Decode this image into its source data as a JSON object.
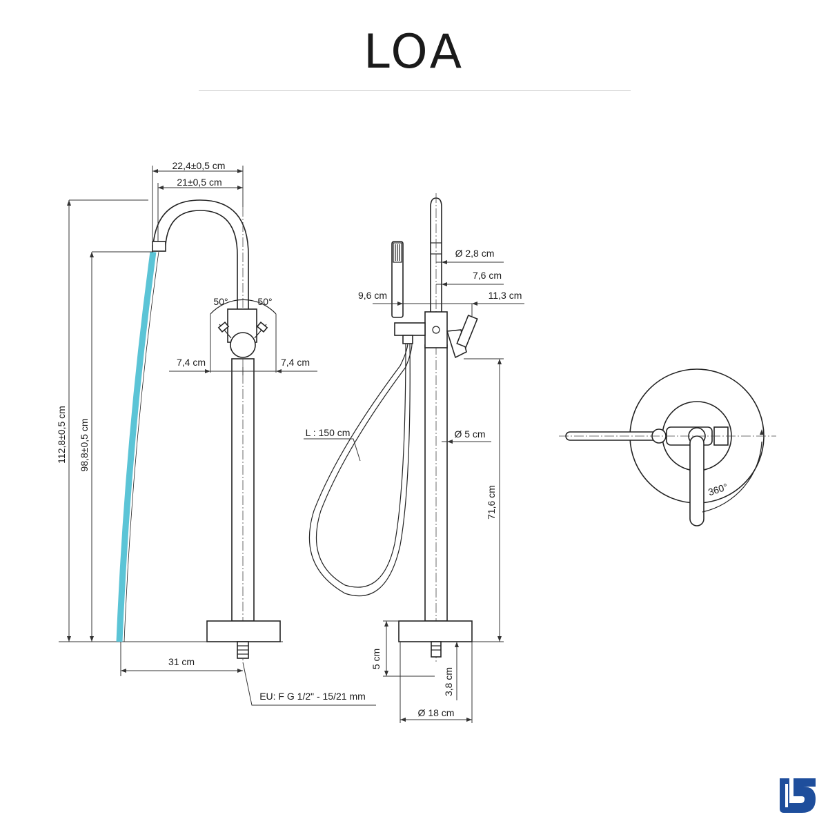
{
  "title": "LOA",
  "dims": {
    "width_outer": "22,4±0,5 cm",
    "width_inner": "21±0,5 cm",
    "height_total": "112,8±0,5 cm",
    "height_spout": "98,8±0,5 cm",
    "angle_left": "50°",
    "angle_right": "50°",
    "lever_left": "7,4 cm",
    "lever_right": "7,4 cm",
    "reach": "31 cm",
    "connection": "EU: F G 1/2\" - 15/21 mm",
    "diameter_top": "Ø 2,8 cm",
    "d_76": "7,6 cm",
    "d_96": "9,6 cm",
    "d_113": "11,3 cm",
    "hose_length": "L : 150 cm",
    "diameter_body": "Ø 5 cm",
    "height_716": "71,6 cm",
    "base_height": "5 cm",
    "base_conn": "3,8 cm",
    "base_diameter": "Ø 18 cm",
    "rotation": "360°"
  },
  "colors": {
    "water": "#5bc4d6",
    "logo": "#1e4e9c"
  }
}
